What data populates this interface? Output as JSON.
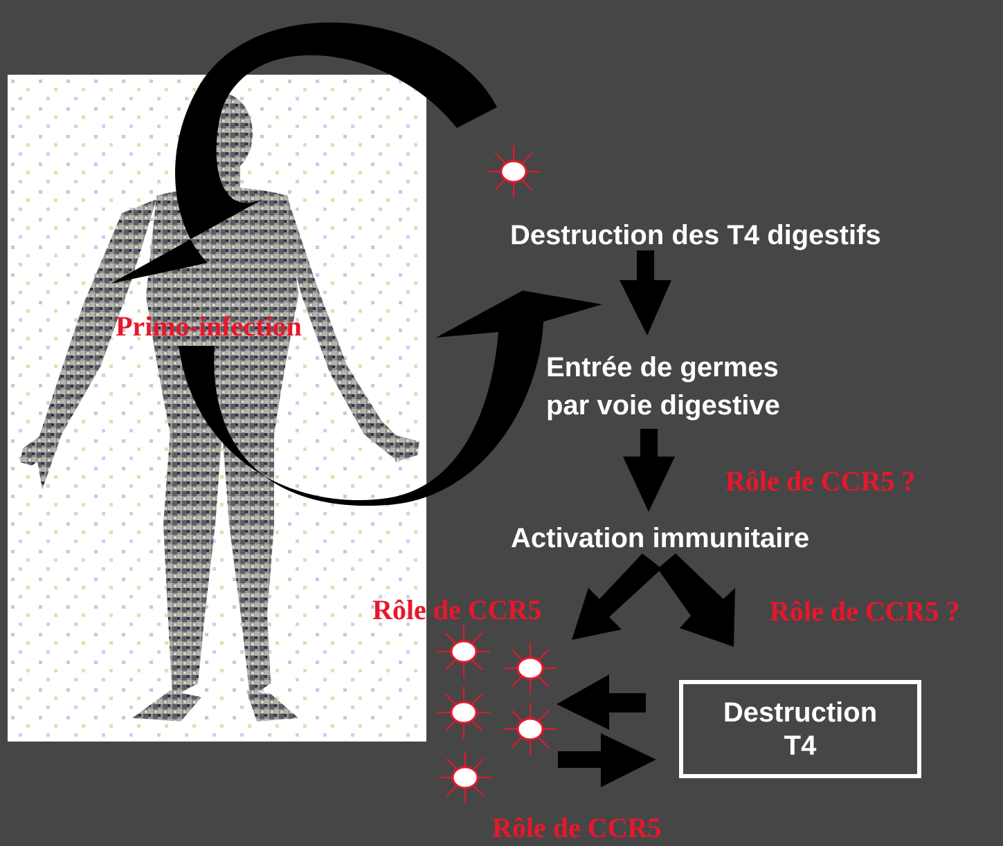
{
  "figure": {
    "image_label": "Primo-infection",
    "steps": {
      "step1": "Destruction des T4 digestifs",
      "step2_line1": "Entrée de germes",
      "step2_line2": "par voie digestive",
      "step3": "Activation immunitaire",
      "box_line1": "Destruction",
      "box_line2": "T4"
    },
    "notes": {
      "ccr5_q_upper": "Rôle de CCR5 ?",
      "ccr5_left": "Rôle de CCR5",
      "ccr5_q_right": "Rôle de CCR5 ?",
      "ccr5_bottom": "Rôle de CCR5"
    },
    "colors": {
      "background": "#464646",
      "accent_red": "#e8172b",
      "arrow": "#000000",
      "text": "#ffffff"
    },
    "icons": [
      "human-body-image",
      "virus-cell-icon",
      "cycle-arrow-icon",
      "down-arrow-icon"
    ]
  }
}
